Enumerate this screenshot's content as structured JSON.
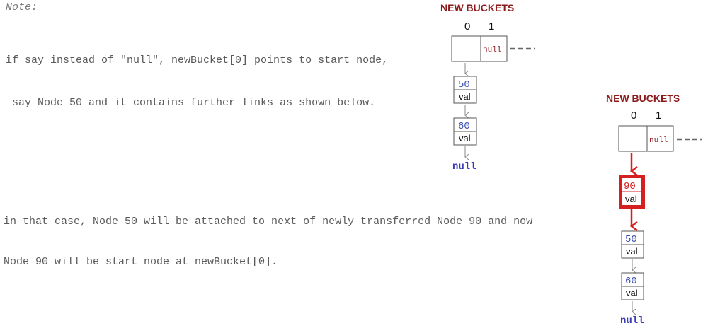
{
  "note": {
    "title": "Note:",
    "para1": [
      "if say instead of \"null\", newBucket[0] points to start node,",
      " say Node 50 and it contains further links as shown below."
    ],
    "para2": [
      "in that case, Node 50 will be attached to next of newly transferred Node 90 and now",
      "Node 90 will be start node at newBucket[0]."
    ]
  },
  "diagram1": {
    "title": "NEW  BUCKETS",
    "indices": [
      "0",
      "1"
    ],
    "bucket1_text": "null",
    "nodes": [
      {
        "key": "50",
        "val": "val"
      },
      {
        "key": "60",
        "val": "val"
      }
    ],
    "end": "null"
  },
  "diagram2": {
    "title": "NEW  BUCKETS",
    "indices": [
      "0",
      "1"
    ],
    "bucket1_text": "null",
    "highlighted_node": {
      "key": "90",
      "val": "val"
    },
    "nodes": [
      {
        "key": "50",
        "val": "val"
      },
      {
        "key": "60",
        "val": "val"
      }
    ],
    "end": "null"
  },
  "colors": {
    "title": "#8b1a1a",
    "key": "#3a4db0",
    "highlight": "#d42020",
    "null_end": "#3a3ab8",
    "text": "#5a5a5a"
  }
}
